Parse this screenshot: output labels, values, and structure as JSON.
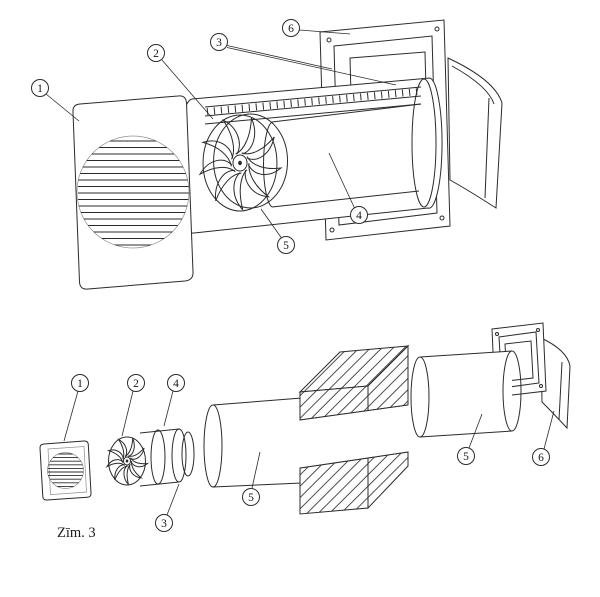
{
  "colors": {
    "background": "#ffffff",
    "line": "#2b2b2b",
    "hatch": "#3a3a3a"
  },
  "caption": "Zīm. 3",
  "callouts": {
    "top": [
      {
        "label": "1"
      },
      {
        "label": "2"
      },
      {
        "label": "3"
      },
      {
        "label": "4"
      },
      {
        "label": "5"
      },
      {
        "label": "6"
      }
    ],
    "bottom": [
      {
        "label": "1"
      },
      {
        "label": "2"
      },
      {
        "label": "3"
      },
      {
        "label": "4"
      },
      {
        "label": "5"
      },
      {
        "label": "5"
      },
      {
        "label": "6"
      }
    ]
  }
}
